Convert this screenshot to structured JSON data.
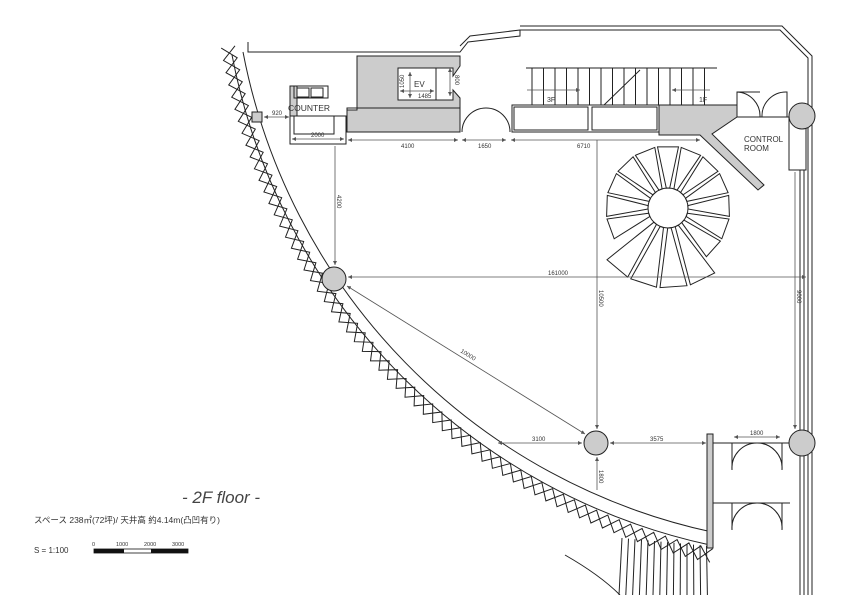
{
  "title": "- 2F floor -",
  "space_info": "スペース 238㎡(72坪)/  天井高 約4.14m(凸凹有り)",
  "scale": {
    "label": "S = 1:100",
    "ticks": [
      "0",
      "1000",
      "2000",
      "3000"
    ]
  },
  "rooms": {
    "counter": "COUNTER",
    "ev": "EV",
    "control_room_1": "CONTROL",
    "control_room_2": "ROOM",
    "stair_3f": "3F",
    "stair_1f": "1F"
  },
  "dimensions": {
    "counter_gap": "920",
    "counter_width": "2000",
    "ev_height": "1050",
    "ev_width": "1485",
    "ev_side": "800",
    "d4100": "4100",
    "d1650": "1650",
    "d6710": "6710",
    "d4200": "4200",
    "d161000": "161000",
    "d10500": "10500",
    "d9000": "9000",
    "d10000": "10000",
    "d3100": "3100",
    "d3575": "3575",
    "d1800_door": "1800",
    "d1800_col": "1800"
  }
}
